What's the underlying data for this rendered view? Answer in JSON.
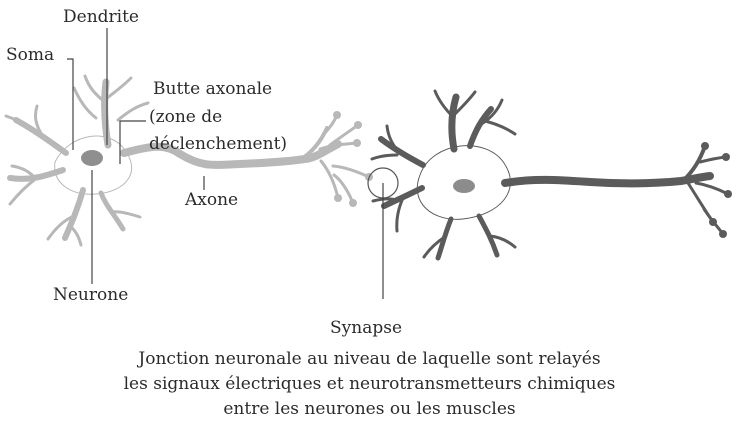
{
  "diagram": {
    "labels": {
      "dendrite": "Dendrite",
      "soma": "Soma",
      "axon_hillock_line1": "Butte axonale",
      "axon_hillock_line2": "(zone de",
      "axon_hillock_line3": "déclenchement)",
      "axon": "Axone",
      "neuron": "Neurone",
      "synapse": "Synapse"
    },
    "caption_lines": [
      "Jonction neuronale au niveau de laquelle sont relayés",
      "les signaux électriques et neurotransmetteurs chimiques",
      "entre les neurones ou les muscles"
    ],
    "colors": {
      "light_neuron": "#b8b8b8",
      "dark_neuron": "#5b5b5b",
      "nucleus_light": "#8f8f8f",
      "nucleus_dark": "#8c8c8c",
      "text": "#2b2b2b"
    }
  }
}
